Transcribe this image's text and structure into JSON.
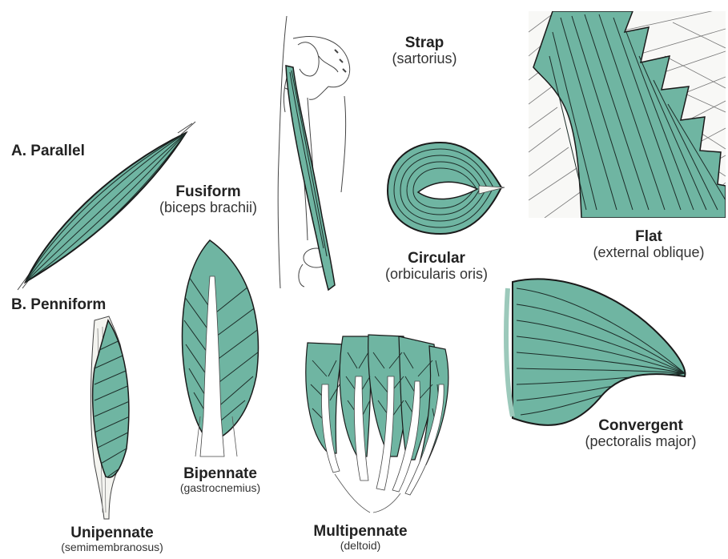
{
  "colors": {
    "muscle": "#6fb5a2",
    "fiber": "#1c2c28",
    "outline": "#1a1a1a",
    "tendon": "#f4f4f0",
    "bone": "#444444"
  },
  "headings": {
    "parallel": "A. Parallel",
    "penniform": "B. Penniform"
  },
  "muscles": {
    "fusiform": {
      "name": "Fusiform",
      "example": "(biceps brachii)"
    },
    "strap": {
      "name": "Strap",
      "example": "(sartorius)"
    },
    "circular": {
      "name": "Circular",
      "example": "(orbicularis oris)"
    },
    "flat": {
      "name": "Flat",
      "example": "(external oblique)"
    },
    "convergent": {
      "name": "Convergent",
      "example": "(pectoralis major)"
    },
    "unipennate": {
      "name": "Unipennate",
      "example": "(semimembranosus)"
    },
    "bipennate": {
      "name": "Bipennate",
      "example": "(gastrocnemius)"
    },
    "multipennate": {
      "name": "Multipennate",
      "example": "(deltoid)"
    }
  }
}
